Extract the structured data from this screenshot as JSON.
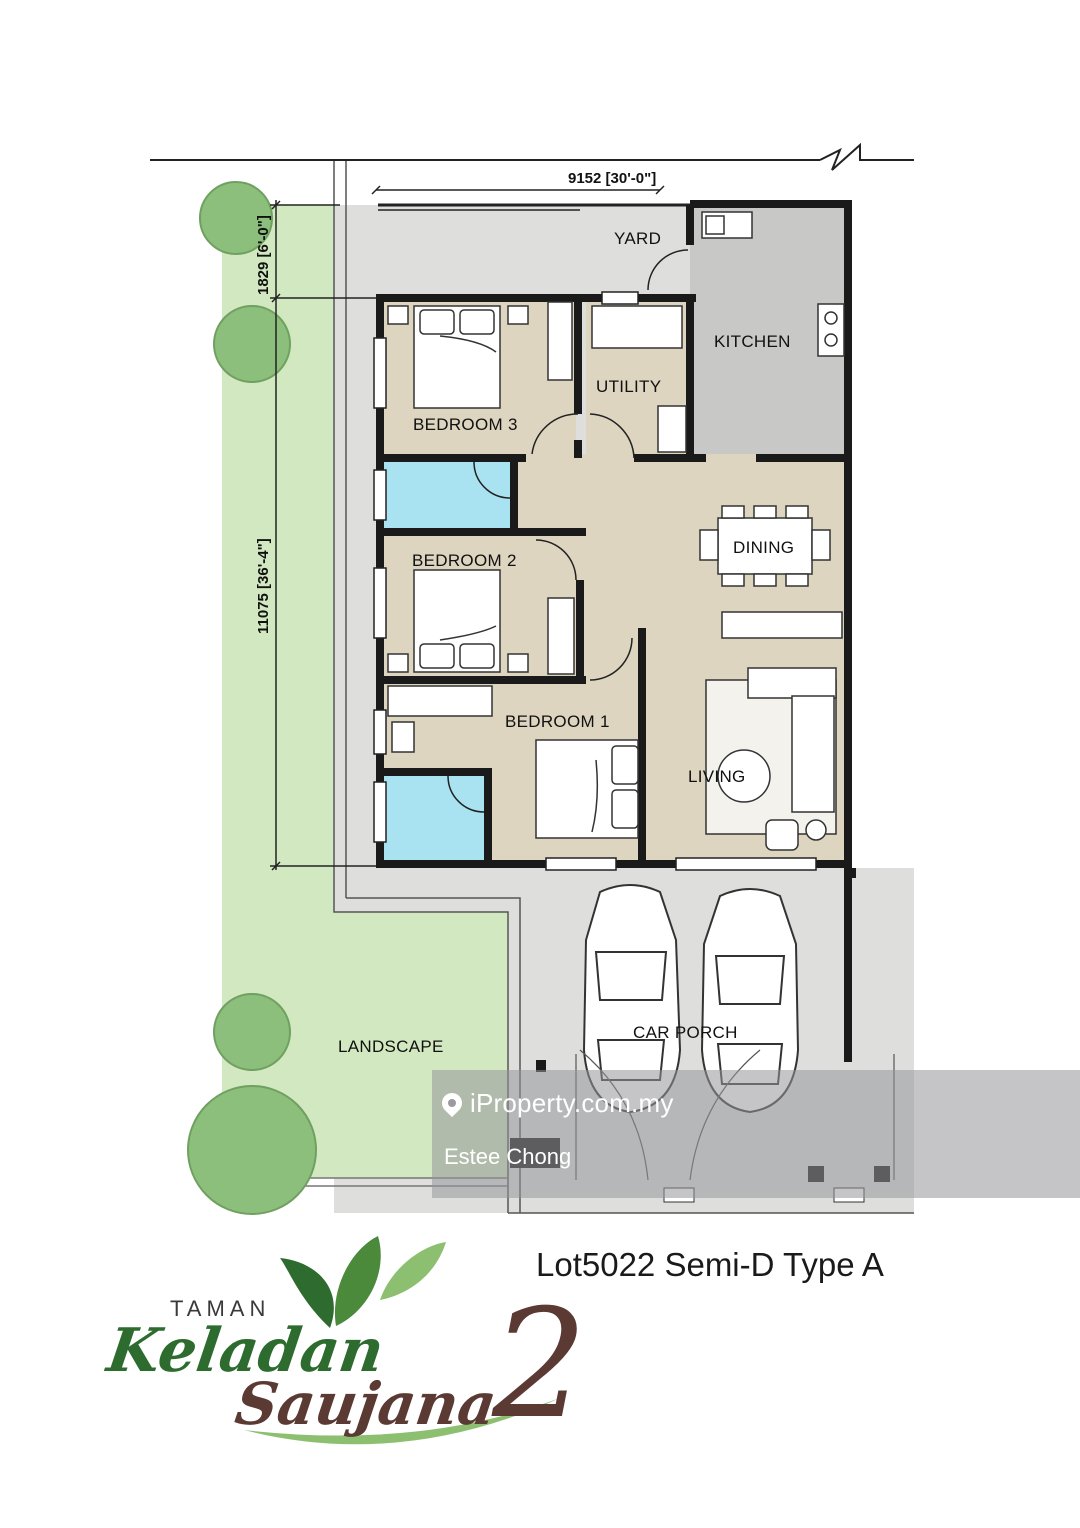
{
  "dimensions": {
    "width_label": "9152 [30'-0\"]",
    "yard_depth_label": "1829 [6'-0\"]",
    "house_depth_label": "11075 [36'-4\"]"
  },
  "rooms": {
    "yard": "YARD",
    "kitchen": "KITCHEN",
    "utility": "UTILITY",
    "bedroom3": "BEDROOM 3",
    "bedroom2": "BEDROOM 2",
    "bedroom1": "BEDROOM 1",
    "dining": "DINING",
    "living": "LIVING",
    "car_porch": "CAR PORCH",
    "landscape": "LANDSCAPE"
  },
  "watermark": {
    "brand": "iProperty.com.my",
    "agent": "Estee Chong"
  },
  "caption": "Lot5022 Semi-D Type A",
  "logo": {
    "taman": "TAMAN",
    "keladan": "Keladan",
    "saujana": "Saujana",
    "number": "2"
  },
  "colors": {
    "floor": "#ddd5c0",
    "tile": "#a9e2f0",
    "kitchen": "#c8c9c7",
    "paving": "#dedfdd",
    "lawn": "#d2e8c0",
    "tree": "#8cbf7c",
    "wall": "#1a1a1a"
  }
}
